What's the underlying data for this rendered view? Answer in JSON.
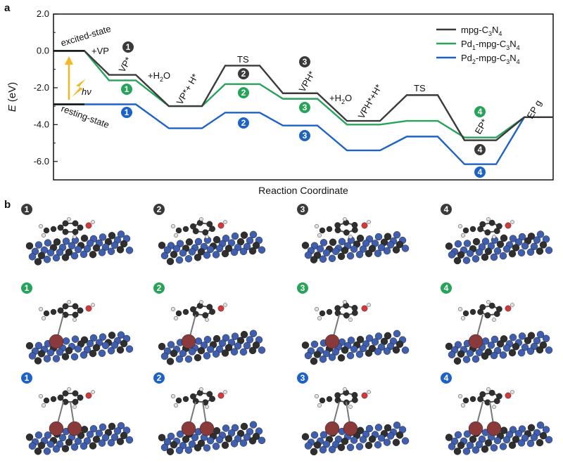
{
  "panels": {
    "a": "a",
    "b": "b"
  },
  "colors": {
    "mpg": "#3a3a3a",
    "pd1": "#27a35a",
    "pd2": "#1d63c7",
    "carbon": "#2f2f2f",
    "nitrogen": "#3f5fae",
    "hydrogen": "#e0e0e0",
    "oxygen": "#d43a3a",
    "palladium": "#8a3a3a",
    "photon": "#f2b722"
  },
  "chart_data": {
    "type": "line",
    "title": "",
    "xlabel": "Reaction Coordinate",
    "ylabel": "E (eV)",
    "ylim": [
      -7.0,
      2.0
    ],
    "yticks": [
      2.0,
      0.0,
      -2.0,
      -4.0,
      -6.0
    ],
    "ytick_labels": [
      "2.0",
      "0.0",
      "-2.0",
      "-4.0",
      "-6.0"
    ],
    "legend_position": "top-right",
    "states": [
      "excited-state",
      "VP*",
      "VP*+H*",
      "TS",
      "VPH*",
      "VPH*+H*",
      "TS",
      "EP*",
      "EP g"
    ],
    "series": [
      {
        "name": "mpg-C3N4",
        "legend_main": "mpg-C",
        "sub1": "3",
        "mid": "N",
        "sub2": "4",
        "colorKey": "mpg",
        "values": [
          0.0,
          -1.3,
          -3.0,
          -0.8,
          -2.3,
          -3.8,
          -2.4,
          -4.85,
          -3.6
        ]
      },
      {
        "name": "Pd1-mpg-C3N4",
        "legend_main": "Pd",
        "sub0": "1",
        "legend_rest": "-mpg-C",
        "sub1": "3",
        "mid": "N",
        "sub2": "4",
        "colorKey": "pd1",
        "values": [
          0.0,
          -1.6,
          -3.0,
          -1.8,
          -2.6,
          -4.0,
          -3.8,
          -4.7,
          -3.6
        ]
      },
      {
        "name": "Pd2-mpg-C3N4",
        "legend_main": "Pd",
        "sub0": "2",
        "legend_rest": "-mpg-C",
        "sub1": "3",
        "mid": "N",
        "sub2": "4",
        "colorKey": "pd2",
        "values": [
          -2.9,
          -2.9,
          -4.2,
          -3.35,
          -4.05,
          -5.4,
          -4.65,
          -6.15,
          -3.6
        ]
      }
    ],
    "annotations": {
      "excited": "excited-state",
      "resting": "resting-state",
      "hv": "hν",
      "vp": "+VP",
      "vp_star": "VP*",
      "h2o_1": "+H",
      "h2o_1_sub": "2",
      "h2o_1_end": "O",
      "vph": "VP*+ H*",
      "ts1": "TS",
      "vph_star": "VPH*",
      "h2o_2": "+H",
      "h2o_2_sub": "2",
      "h2o_2_end": "O",
      "vphh": "VPH*+H*",
      "ts2": "TS",
      "ep_star": "EP*",
      "ep_g": "EP g"
    }
  },
  "markers": {
    "n1": "1",
    "n2": "2",
    "n3": "3",
    "n4": "4"
  },
  "structure_grid": {
    "rows": [
      "mpg",
      "pd1",
      "pd2"
    ],
    "cols": [
      "1",
      "2",
      "3",
      "4"
    ]
  }
}
